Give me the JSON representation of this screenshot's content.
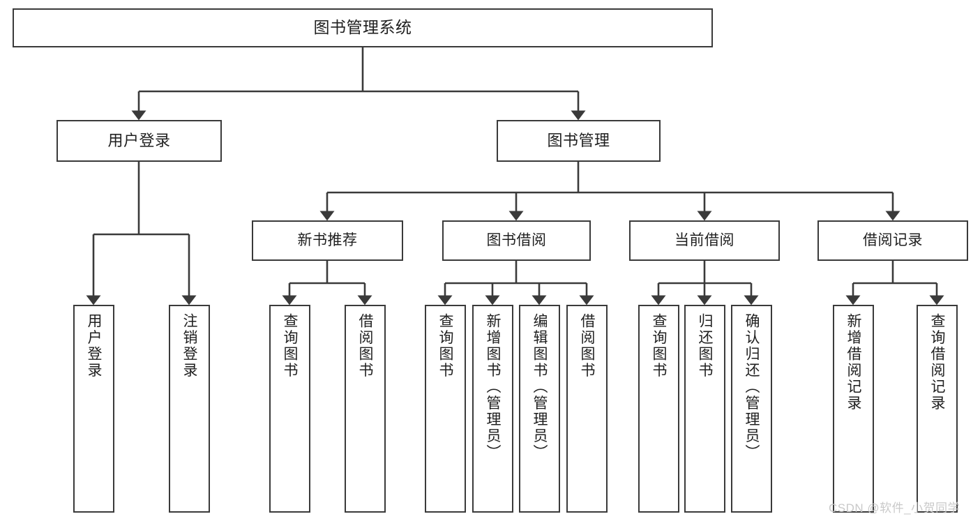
{
  "diagram": {
    "title": "图书管理系统",
    "watermark": "CSDN @软件_小贺同学",
    "line_color": "#3a3a3a",
    "box_fill": "#ffffff",
    "text_color": "#1f1f1f",
    "watermark_color": "#c9c9c9",
    "nodes": {
      "root": "图书管理系统",
      "user_login": "用户登录",
      "book_manage": "图书管理",
      "new_book_rec": "新书推荐",
      "book_borrow": "图书借阅",
      "current_borrow": "当前借阅",
      "borrow_record": "借阅记录",
      "leaf_user_login": "用户登录",
      "leaf_logout": "注销登录",
      "leaf_query_book_1": "查询图书",
      "leaf_borrow_book_1": "借阅图书",
      "leaf_query_book_2": "查询图书",
      "leaf_add_book": "新增图书（管理员）",
      "leaf_edit_book": "编辑图书（管理员）",
      "leaf_borrow_book_2": "借阅图书",
      "leaf_query_book_3": "查询图书",
      "leaf_return_book": "归还图书",
      "leaf_confirm_return": "确认归还（管理员）",
      "leaf_add_record": "新增借阅记录",
      "leaf_query_record": "查询借阅记录"
    },
    "hierarchy": [
      {
        "node": "图书管理系统",
        "children": [
          {
            "node": "用户登录",
            "children": [
              {
                "node": "用户登录",
                "children": []
              },
              {
                "node": "注销登录",
                "children": []
              }
            ]
          },
          {
            "node": "图书管理",
            "children": [
              {
                "node": "新书推荐",
                "children": [
                  {
                    "node": "查询图书",
                    "children": []
                  },
                  {
                    "node": "借阅图书",
                    "children": []
                  }
                ]
              },
              {
                "node": "图书借阅",
                "children": [
                  {
                    "node": "查询图书",
                    "children": []
                  },
                  {
                    "node": "新增图书（管理员）",
                    "children": []
                  },
                  {
                    "node": "编辑图书（管理员）",
                    "children": []
                  },
                  {
                    "node": "借阅图书",
                    "children": []
                  }
                ]
              },
              {
                "node": "当前借阅",
                "children": [
                  {
                    "node": "查询图书",
                    "children": []
                  },
                  {
                    "node": "归还图书",
                    "children": []
                  },
                  {
                    "node": "确认归还（管理员）",
                    "children": []
                  }
                ]
              },
              {
                "node": "借阅记录",
                "children": [
                  {
                    "node": "新增借阅记录",
                    "children": []
                  },
                  {
                    "node": "查询借阅记录",
                    "children": []
                  }
                ]
              }
            ]
          }
        ]
      }
    ]
  }
}
